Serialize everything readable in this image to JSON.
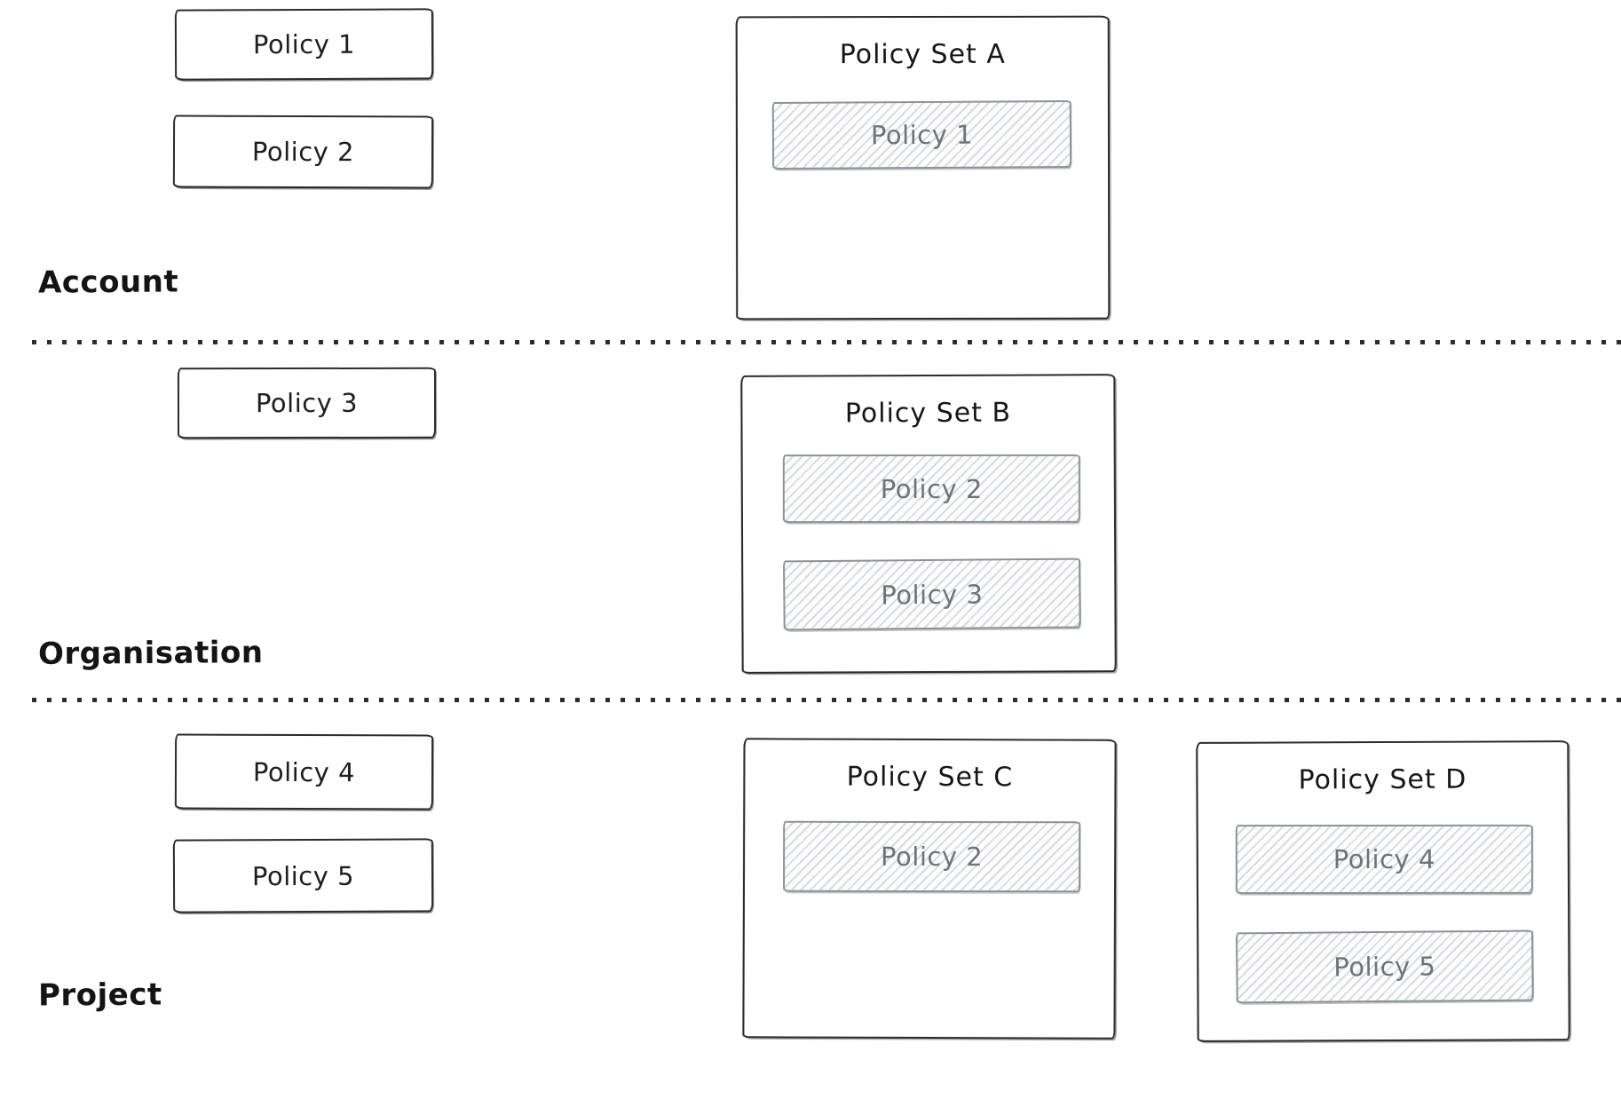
{
  "sections": [
    {
      "label": "Account",
      "policies": [
        "Policy 1",
        "Policy 2"
      ],
      "sets": [
        {
          "title": "Policy Set A",
          "members": [
            "Policy 1"
          ]
        }
      ]
    },
    {
      "label": "Organisation",
      "policies": [
        "Policy 3"
      ],
      "sets": [
        {
          "title": "Policy Set B",
          "members": [
            "Policy 2",
            "Policy 3"
          ]
        }
      ]
    },
    {
      "label": "Project",
      "policies": [
        "Policy 4",
        "Policy 5"
      ],
      "sets": [
        {
          "title": "Policy Set C",
          "members": [
            "Policy 2"
          ]
        },
        {
          "title": "Policy Set D",
          "members": [
            "Policy 4",
            "Policy 5"
          ]
        }
      ]
    }
  ],
  "colors": {
    "ink": "#1e1e1e",
    "muted_text": "#6e7378",
    "hatch_line": "#d7dbdf",
    "muted_border": "#8c9196",
    "background": "#ffffff"
  }
}
